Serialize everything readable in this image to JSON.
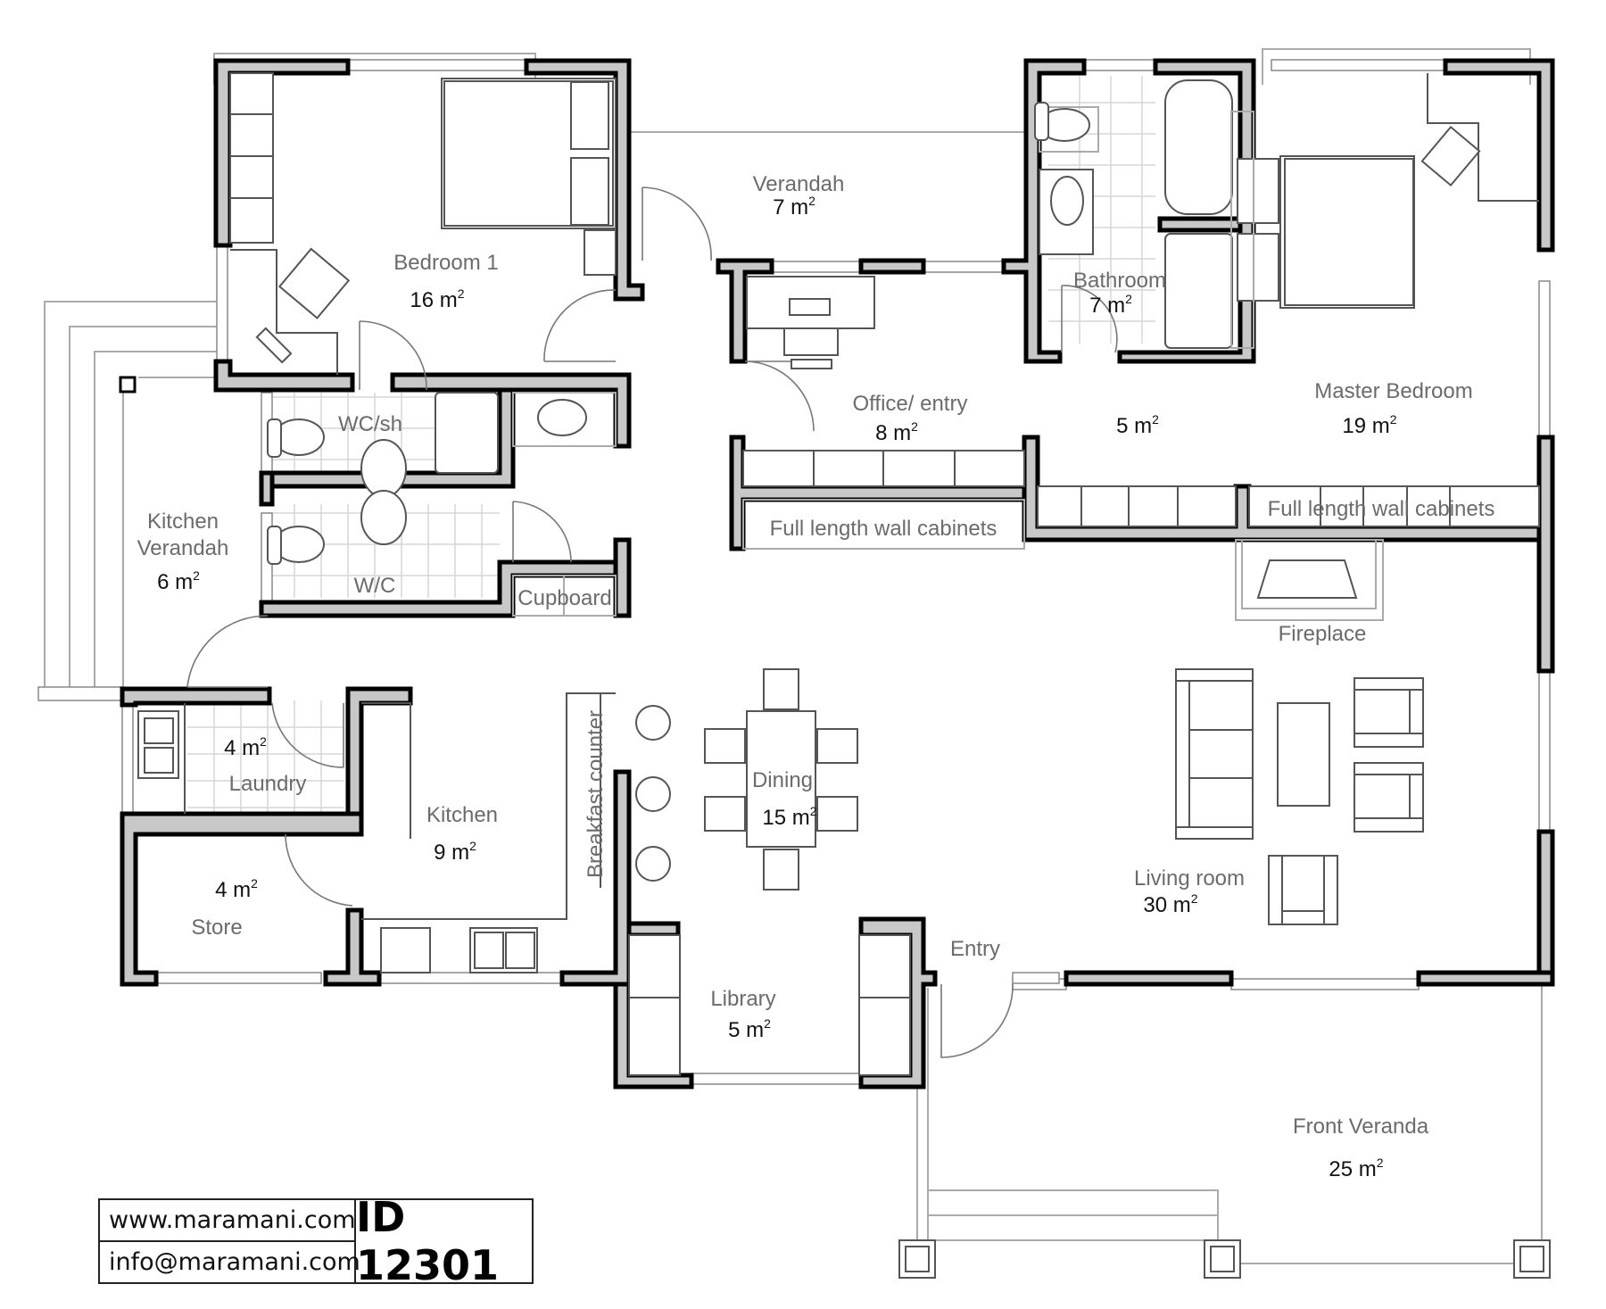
{
  "plan": {
    "rooms": {
      "bedroom1": {
        "name": "Bedroom 1",
        "area": "16 m",
        "sup": "2"
      },
      "verandah": {
        "name": "Verandah",
        "area": "7 m",
        "sup": "2"
      },
      "bathroom": {
        "name": "Bathroom",
        "area": "7 m",
        "sup": "2"
      },
      "office": {
        "name": "Office/ entry",
        "area": "8 m",
        "sup": "2"
      },
      "closet": {
        "name": "",
        "area": "5 m",
        "sup": "2"
      },
      "master": {
        "name": "Master Bedroom",
        "area": "19 m",
        "sup": "2"
      },
      "wcsh": {
        "name": "WC/sh"
      },
      "wc": {
        "name": "W/C"
      },
      "cupboard": {
        "name": "Cupboard"
      },
      "kitchen_verandah": {
        "name_line1": "Kitchen",
        "name_line2": "Verandah",
        "area": "6 m",
        "sup": "2"
      },
      "laundry": {
        "name": "Laundry",
        "area": "4 m",
        "sup": "2"
      },
      "kitchen": {
        "name": "Kitchen",
        "area": "9 m",
        "sup": "2"
      },
      "store": {
        "name": "Store",
        "area": "4 m",
        "sup": "2"
      },
      "breakfast": {
        "name": "Breakfast counter"
      },
      "dining": {
        "name": "Dining",
        "area": "15 m",
        "sup": "2"
      },
      "library": {
        "name": "Library",
        "area": "5 m",
        "sup": "2"
      },
      "entry": {
        "name": "Entry"
      },
      "living": {
        "name": "Living room",
        "area": "30 m",
        "sup": "2"
      },
      "fireplace": {
        "name": "Fireplace"
      },
      "front_veranda": {
        "name": "Front Veranda",
        "area": "25 m",
        "sup": "2"
      }
    },
    "cabinets_left": "Full length wall cabinets",
    "cabinets_right": "Full length wall cabinets"
  },
  "branding": {
    "website": "www.maramani.com",
    "email": "info@maramani.com",
    "plan_id": "ID 12301"
  }
}
